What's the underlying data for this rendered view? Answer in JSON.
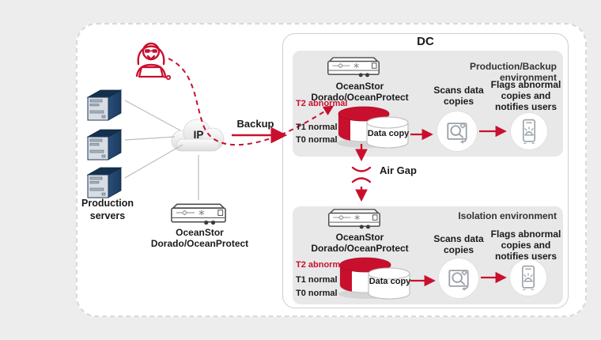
{
  "colors": {
    "accent_red": "#c8102e",
    "panel_gray": "#e8e8e9",
    "navy": "#1c3a5e"
  },
  "production": {
    "servers_label": "Production servers",
    "network_label": "IP",
    "backup_label": "Backup",
    "storage_label": "OceanStor Dorado/OceanProtect"
  },
  "dc": {
    "title": "DC",
    "air_gap_label": "Air Gap",
    "environments": [
      {
        "name": "Production/Backup environment",
        "device_label": "OceanStor Dorado/OceanProtect",
        "tiers": [
          {
            "label": "T2 abnormal",
            "state": "abnormal"
          },
          {
            "label": "T1 normal",
            "state": "normal"
          },
          {
            "label": "T0 normal",
            "state": "normal"
          }
        ],
        "data_copy_label": "Data copy",
        "scan_caption": "Scans data copies",
        "flag_caption": "Flags abnormal copies and notifies users"
      },
      {
        "name": "Isolation environment",
        "device_label": "OceanStor Dorado/OceanProtect",
        "tiers": [
          {
            "label": "T2 abnormal",
            "state": "abnormal"
          },
          {
            "label": "T1 normal",
            "state": "normal"
          },
          {
            "label": "T0 normal",
            "state": "normal"
          }
        ],
        "data_copy_label": "Data copy",
        "scan_caption": "Scans data copies",
        "flag_caption": "Flags abnormal copies and notifies users"
      }
    ]
  }
}
